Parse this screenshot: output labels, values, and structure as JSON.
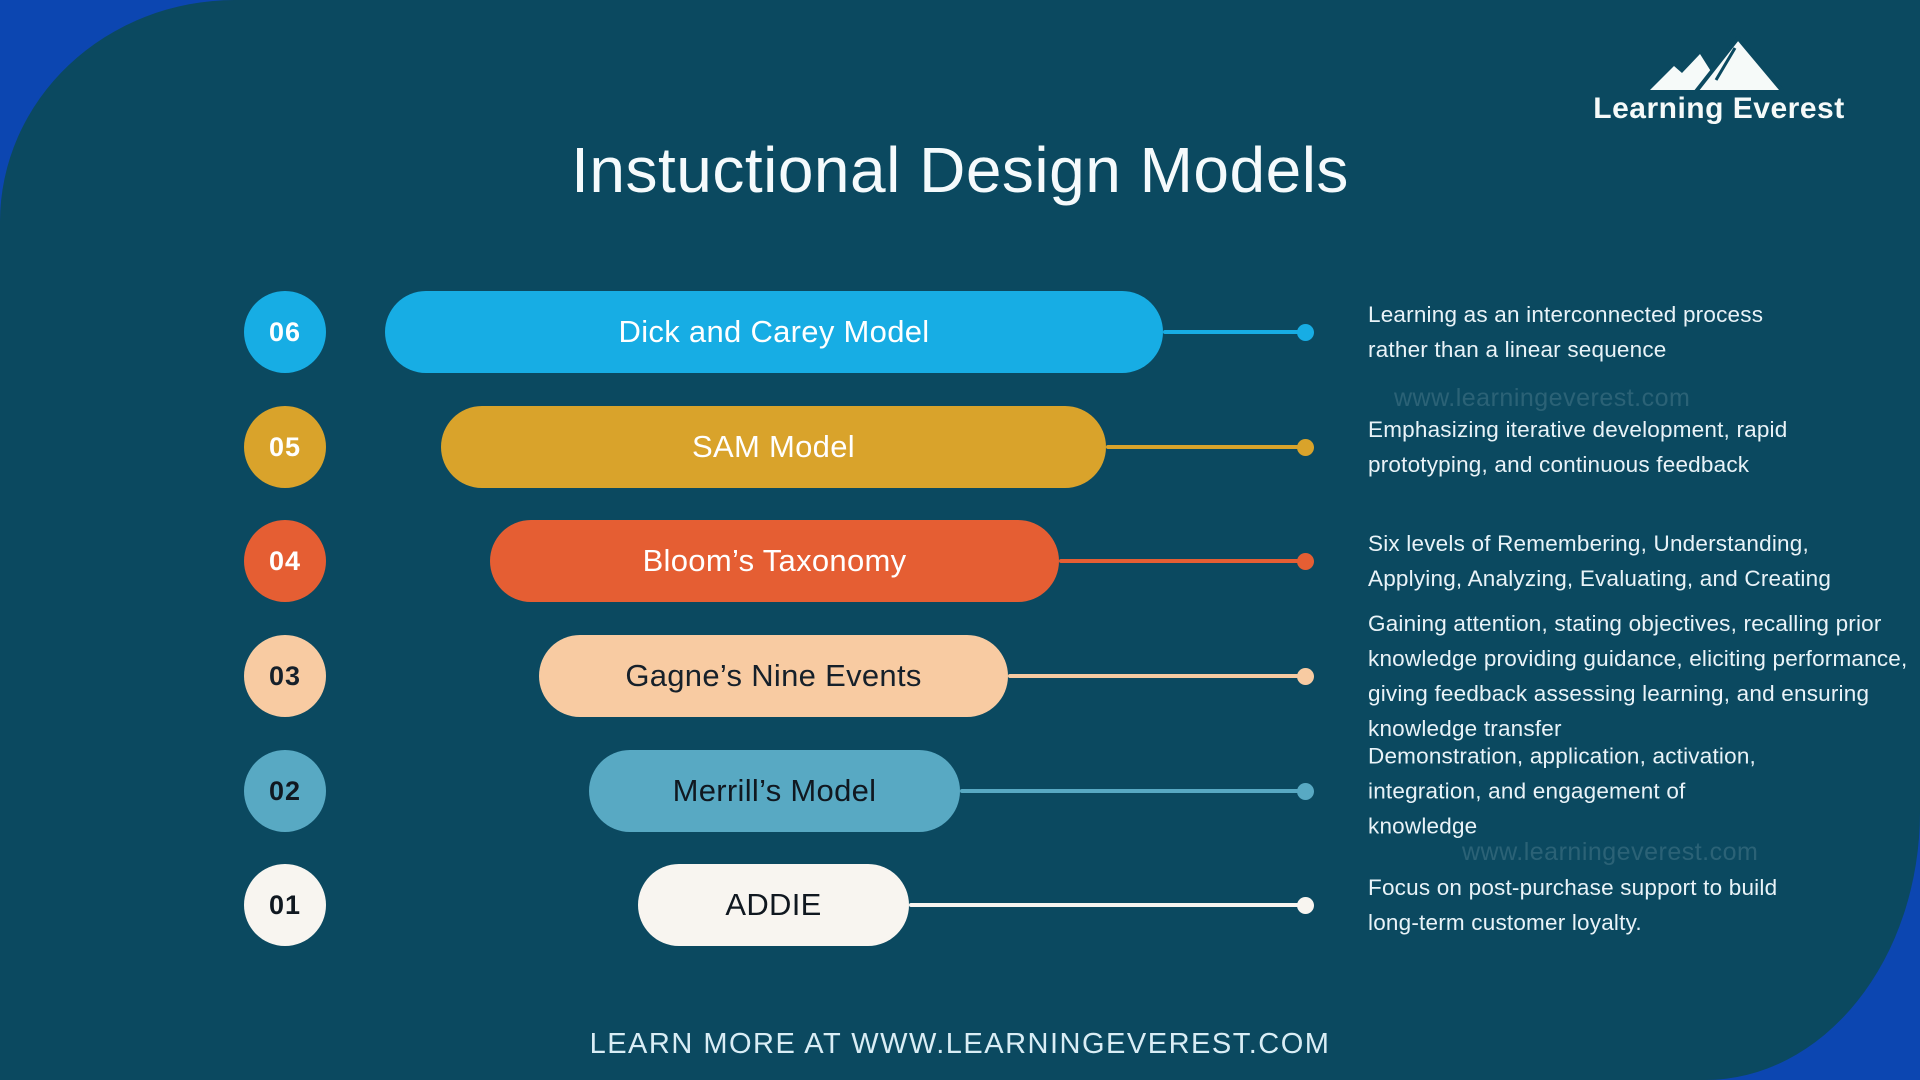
{
  "page": {
    "title": "Instuctional Design Models",
    "footer": "LEARN MORE AT WWW.LEARNINGEVEREST.COM",
    "watermark": "www.learningeverest.com"
  },
  "logo": {
    "name": "Learning Everest",
    "icon": "mountain-icon"
  },
  "colors": {
    "background_blue": "#0C46B1",
    "panel_teal": "#0B4960",
    "title_text": "#F5FAFC",
    "description_text": "#E9F3F8",
    "footer_text": "#D9EDF5"
  },
  "rows": [
    {
      "number": "06",
      "label": "Dick and Carey Model",
      "description": "Learning as an interconnected process rather than a linear sequence",
      "color": "#17ADE4",
      "text_color": "#FFFFFF"
    },
    {
      "number": "05",
      "label": "SAM Model",
      "description": "Emphasizing iterative development, rapid prototyping, and continuous feedback",
      "color": "#D9A32B",
      "text_color": "#FFFFFF"
    },
    {
      "number": "04",
      "label": "Bloom’s Taxonomy",
      "description": "Six levels of Remembering, Understanding, Applying, Analyzing, Evaluating, and Creating",
      "color": "#E55E33",
      "text_color": "#FFFFFF"
    },
    {
      "number": "03",
      "label": "Gagne’s Nine Events",
      "description": "Gaining attention, stating objectives, recalling prior knowledge providing guidance, eliciting performance, giving feedback assessing learning, and ensuring knowledge transfer",
      "color": "#F8CBA2",
      "text_color": "#16202A"
    },
    {
      "number": "02",
      "label": "Merrill’s Model",
      "description": "Demonstration, application, activation, integration, and engagement of knowledge",
      "color": "#58A9C3",
      "text_color": "#101820"
    },
    {
      "number": "01",
      "label": "ADDIE",
      "description": "Focus on post-purchase support to build long-term customer loyalty.",
      "color": "#F8F5F0",
      "text_color": "#101820"
    }
  ]
}
